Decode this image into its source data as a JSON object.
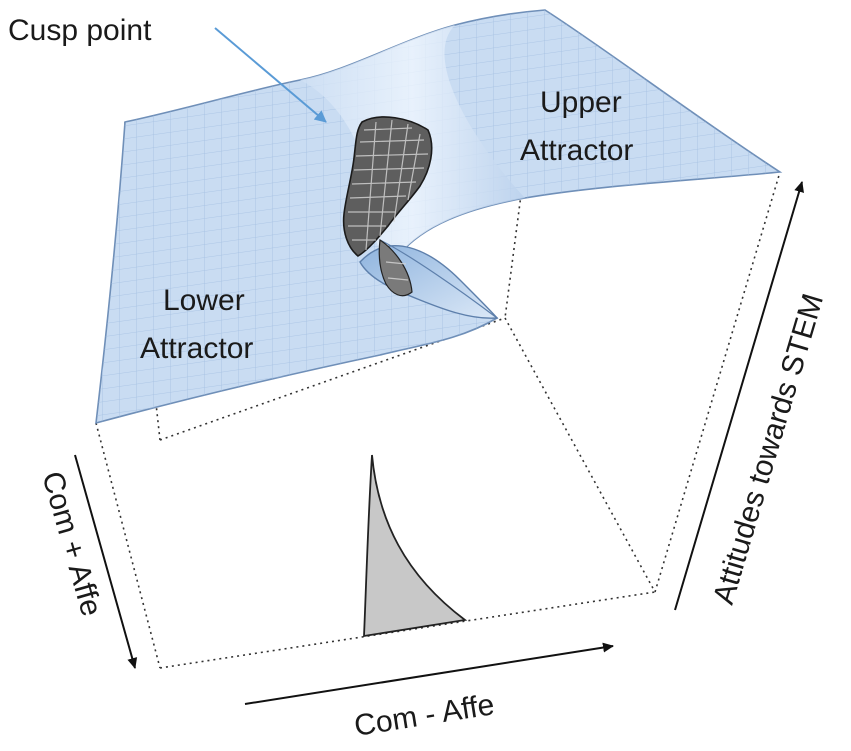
{
  "labels": {
    "cusp_point": "Cusp point",
    "upper_attractor_line1": "Upper",
    "upper_attractor_line2": "Attractor",
    "lower_attractor_line1": "Lower",
    "lower_attractor_line2": "Attractor",
    "y_axis": "Attitudes towards STEM",
    "x_axis": "Com - Affe",
    "z_axis": "Com + Affe"
  },
  "colors": {
    "surface_fill": "#c9dcf2",
    "surface_edge": "#6f8fb8",
    "grid": "#9fbce0",
    "pointer_arrow": "#5a9bd6",
    "bifurcation_fill": "#c8c8c8",
    "axis": "#111111",
    "box_dots": "#333333"
  }
}
